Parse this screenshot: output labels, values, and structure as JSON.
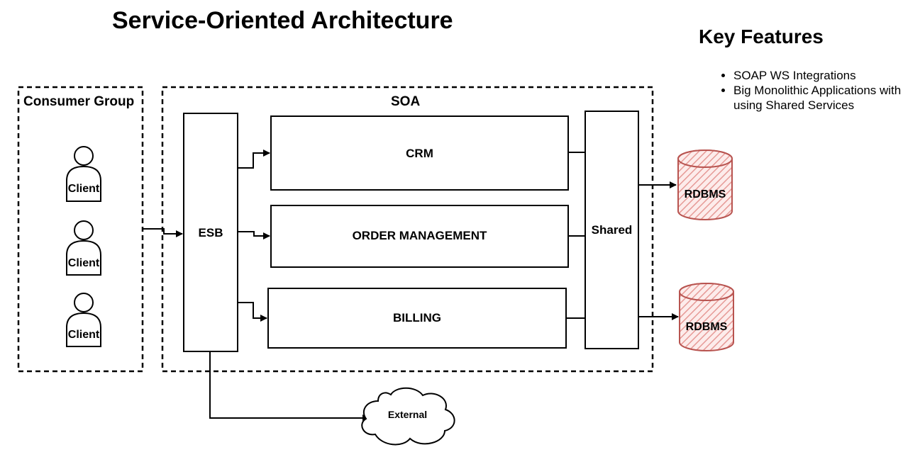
{
  "title": "Service-Oriented Architecture",
  "key_features": {
    "title": "Key Features",
    "items": [
      "SOAP WS Integrations",
      "Big Monolithic Applications with using Shared Services"
    ]
  },
  "consumer_group": {
    "label": "Consumer Group",
    "clients": [
      "Client",
      "Client",
      "Client"
    ]
  },
  "soa": {
    "label": "SOA",
    "esb": "ESB",
    "services": [
      "CRM",
      "ORDER MANAGEMENT",
      "BILLING"
    ],
    "shared": "Shared"
  },
  "databases": [
    "RDBMS",
    "RDBMS"
  ],
  "external": "External",
  "colors": {
    "db_stroke": "#b85450",
    "db_fill": "#f8cecc",
    "line": "#000000"
  }
}
